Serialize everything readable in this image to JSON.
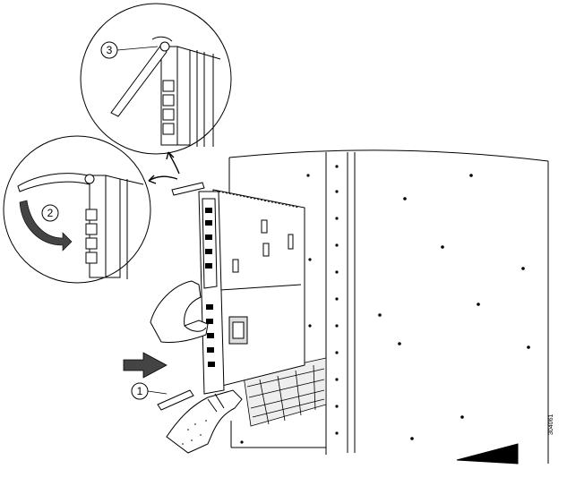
{
  "callouts": [
    "1",
    "2",
    "3"
  ],
  "figure_id": "304061",
  "colors": {
    "line": "#000000",
    "fill": "#ffffff",
    "arrow": "#444444",
    "shade": "#dddddd"
  }
}
